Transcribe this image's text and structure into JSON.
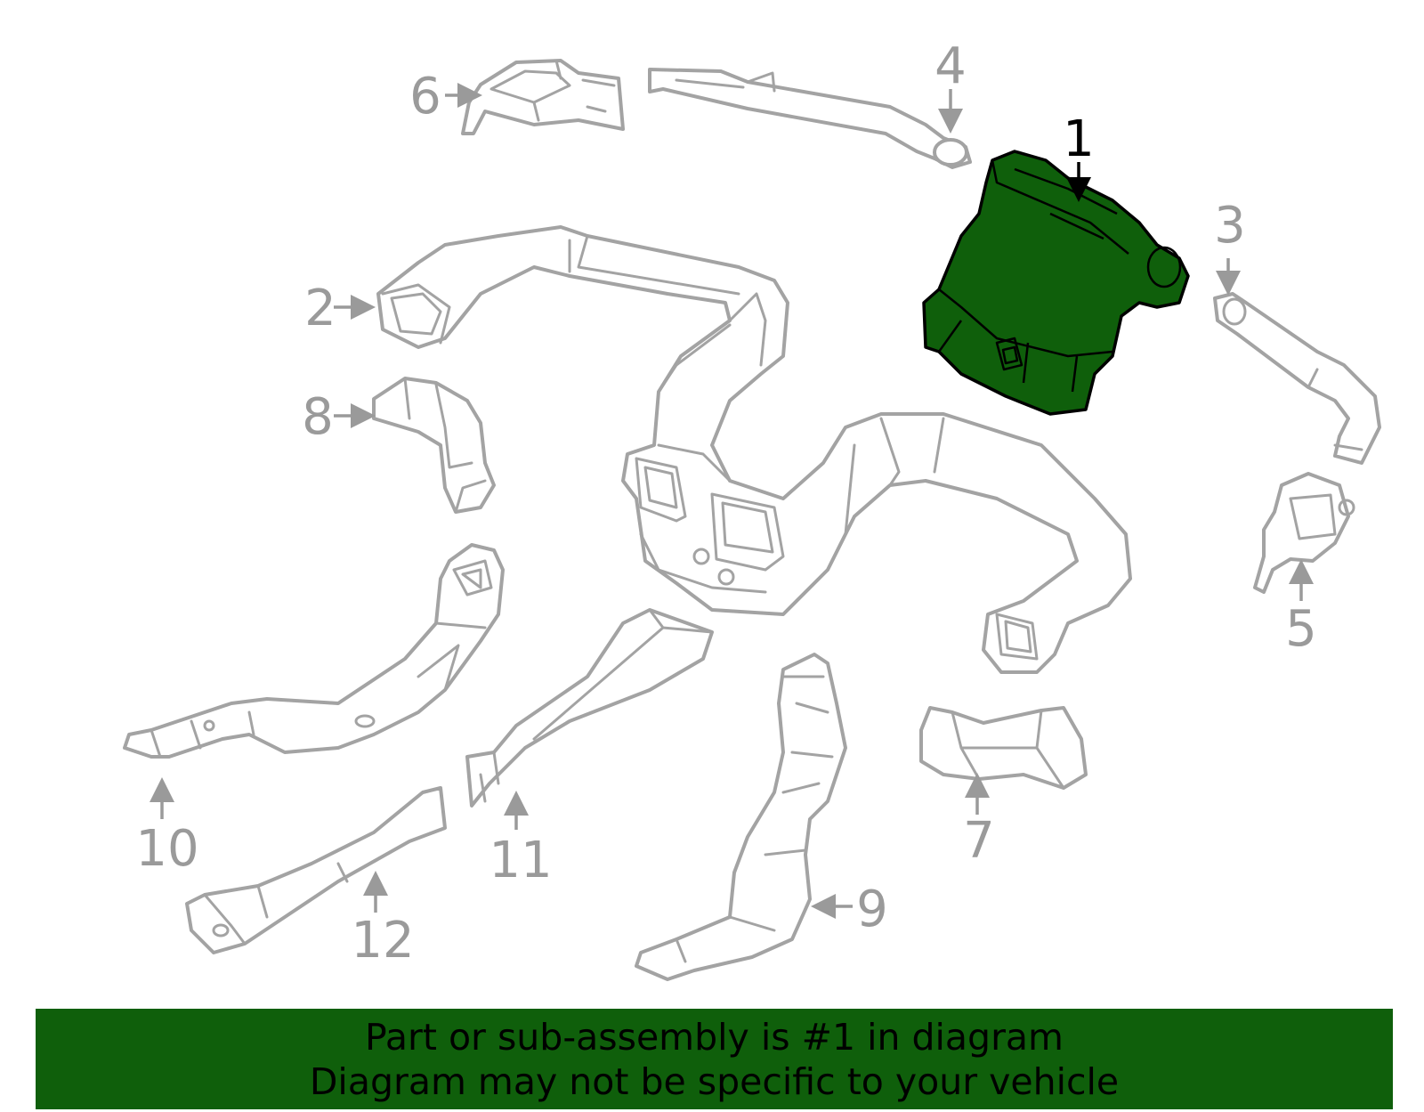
{
  "callouts": {
    "c1": "1",
    "c2": "2",
    "c3": "3",
    "c4": "4",
    "c5": "5",
    "c6": "6",
    "c7": "7",
    "c8": "8",
    "c9": "9",
    "c10": "10",
    "c11": "11",
    "c12": "12"
  },
  "highlighted_part": "1",
  "colors": {
    "highlight": "#0f5f0b",
    "outline": "#a3a3a3",
    "banner": "#0f5f0b"
  },
  "banner": {
    "line1": "Part or sub-assembly is #1 in diagram",
    "line2": "Diagram may not be specific to your vehicle"
  }
}
